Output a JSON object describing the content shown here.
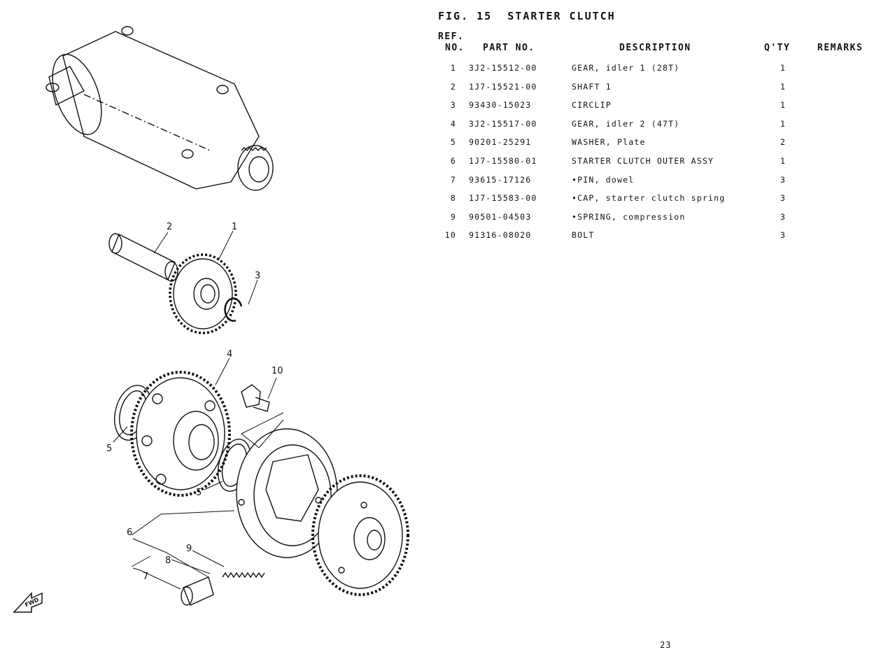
{
  "figure": {
    "title": "FIG. 15  STARTER CLUTCH"
  },
  "table": {
    "headers": {
      "ref_line1": "REF.",
      "ref_line2": "NO.",
      "part_no": "PART NO.",
      "description": "DESCRIPTION",
      "qty": "Q'TY",
      "remarks": "REMARKS"
    },
    "rows": [
      {
        "ref": "1",
        "part_no": "3J2-15512-00",
        "description": "GEAR, idler 1 (28T)",
        "qty": "1",
        "remarks": ""
      },
      {
        "ref": "2",
        "part_no": "1J7-15521-00",
        "description": "SHAFT 1",
        "qty": "1",
        "remarks": ""
      },
      {
        "ref": "3",
        "part_no": "93430-15023",
        "description": "CIRCLIP",
        "qty": "1",
        "remarks": ""
      },
      {
        "ref": "4",
        "part_no": "3J2-15517-00",
        "description": "GEAR, idler 2 (47T)",
        "qty": "1",
        "remarks": ""
      },
      {
        "ref": "5",
        "part_no": "90201-25291",
        "description": "WASHER, Plate",
        "qty": "2",
        "remarks": ""
      },
      {
        "ref": "6",
        "part_no": "1J7-15580-01",
        "description": "STARTER CLUTCH OUTER ASSY",
        "qty": "1",
        "remarks": ""
      },
      {
        "ref": "7",
        "part_no": "93615-17126",
        "description": "•PIN, dowel",
        "qty": "3",
        "remarks": ""
      },
      {
        "ref": "8",
        "part_no": "1J7-15583-00",
        "description": "•CAP, starter clutch spring",
        "qty": "3",
        "remarks": ""
      },
      {
        "ref": "9",
        "part_no": "90501-04503",
        "description": "•SPRING, compression",
        "qty": "3",
        "remarks": ""
      },
      {
        "ref": "10",
        "part_no": "91316-08020",
        "description": "BOLT",
        "qty": "3",
        "remarks": ""
      }
    ]
  },
  "diagram": {
    "callouts": {
      "c1": "1",
      "c2": "2",
      "c3": "3",
      "c4": "4",
      "c5a": "5",
      "c5b": "5",
      "c6": "6",
      "c7": "7",
      "c8": "8",
      "c9": "9",
      "c10": "10"
    },
    "fwd_label": "FWD"
  },
  "footer": {
    "page_number": "23"
  }
}
